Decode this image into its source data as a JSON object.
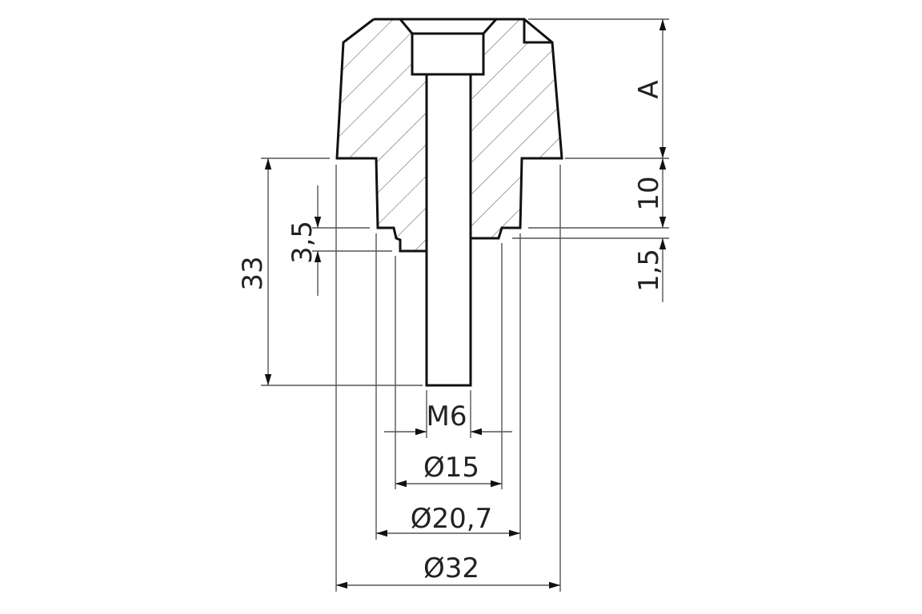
{
  "drawing": {
    "title": "Bar end weight cross-section",
    "dimensions": {
      "height_top": "A",
      "height_step": "10",
      "height_groove": "1,5",
      "total_length": "33",
      "groove_offset": "3,5",
      "thread": "M6",
      "diameter_inner": "Ø15",
      "diameter_mid": "Ø20,7",
      "diameter_outer": "Ø32"
    },
    "colors": {
      "line": "#111111",
      "dim_line": "#555555",
      "hatch": "#666666"
    }
  }
}
